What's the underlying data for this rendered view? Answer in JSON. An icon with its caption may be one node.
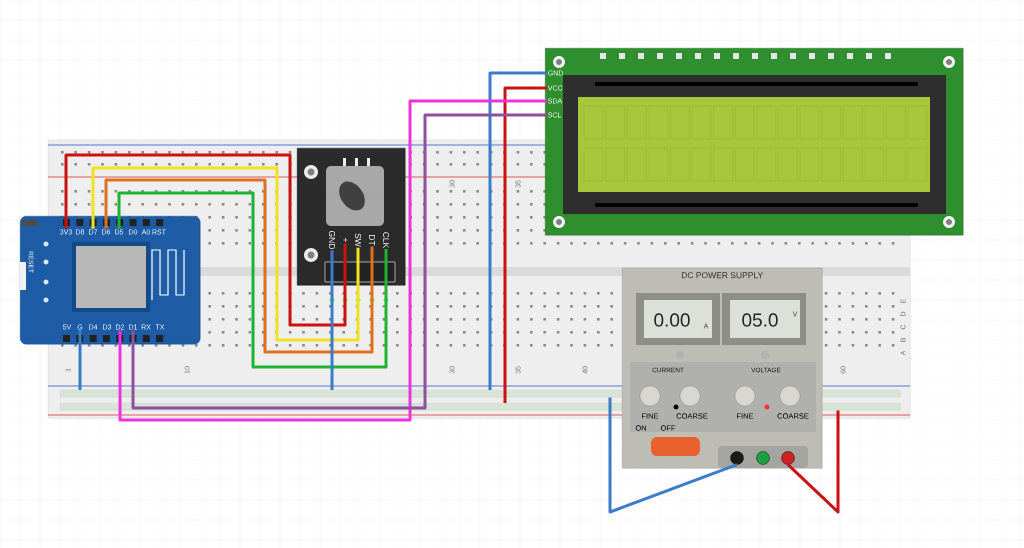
{
  "diagram": {
    "nodes": [
      {
        "text": [],
        "shape": "box"
      },
      {
        "text": [],
        "shape": "box"
      },
      {
        "text": [
          "3V3"
        ],
        "in": 1
      },
      {
        "text": [
          "D8"
        ],
        "in": 1
      },
      {
        "text": [
          "D7"
        ],
        "in": 1
      },
      {
        "text": [
          "D6"
        ],
        "in": 1
      },
      {
        "text": [
          "D5"
        ],
        "in": 1
      },
      {
        "text": [
          "D0"
        ],
        "in": 1
      },
      {
        "text": [
          "A0"
        ],
        "in": 1
      },
      {
        "text": [
          "RST"
        ],
        "in": 1
      },
      {
        "text": [
          "5V"
        ],
        "in": 1
      },
      {
        "text": [
          "G"
        ],
        "in": 1
      },
      {
        "text": [
          "D4"
        ],
        "in": 1
      },
      {
        "text": [
          "D3"
        ],
        "in": 1
      },
      {
        "text": [
          "D2"
        ],
        "in": 1
      },
      {
        "text": [
          "D1"
        ],
        "in": 1
      },
      {
        "text": [
          "RX"
        ],
        "in": 1
      },
      {
        "text": [
          "TX"
        ],
        "in": 1
      },
      {
        "text": [],
        "shape": "box",
        "in": 0
      },
      {
        "text": [
          "GND"
        ],
        "in": 18
      },
      {
        "text": [
          "+"
        ],
        "in": 18
      },
      {
        "text": [
          "SW"
        ],
        "in": 18
      },
      {
        "text": [
          "DT"
        ],
        "in": 18
      },
      {
        "text": [
          "CLK"
        ],
        "in": 18
      },
      {
        "text": [],
        "shape": "box"
      },
      {
        "text": [
          "GND"
        ],
        "in": 24
      },
      {
        "text": [
          "VCC"
        ],
        "in": 24
      },
      {
        "text": [
          "SDA"
        ],
        "in": 24
      },
      {
        "text": [
          "SCL"
        ],
        "in": 24
      },
      {
        "text": [],
        "shape": "bar",
        "in": 0
      },
      {
        "text": [],
        "shape": "bar",
        "in": 0
      },
      {
        "text": [
          "DC POWER SUPPLY"
        ]
      },
      {
        "text": [],
        "shape": "circle",
        "in": 31
      },
      {
        "text": [],
        "shape": "circle",
        "in": 31
      },
      {
        "text": [],
        "shape": "circle",
        "in": 31
      }
    ],
    "edges": [
      {
        "from": 2,
        "to": 20,
        "arrow": "none",
        "color": "#cc1111"
      },
      {
        "from": 4,
        "to": 21,
        "arrow": "none",
        "color": "#f2e21e"
      },
      {
        "from": 5,
        "to": 22,
        "arrow": "none",
        "color": "#e0701e"
      },
      {
        "from": 6,
        "to": 23,
        "arrow": "none",
        "color": "#1eb432"
      },
      {
        "from": 11,
        "to": 29,
        "arrow": "none",
        "color": "#3a7cc8"
      },
      {
        "from": 19,
        "to": 29,
        "arrow": "none",
        "color": "#3a7cc8"
      },
      {
        "from": 25,
        "to": 29,
        "arrow": "none",
        "color": "#3a7cc8"
      },
      {
        "from": 26,
        "to": 30,
        "arrow": "none",
        "color": "#cc1111"
      },
      {
        "from": 14,
        "to": 27,
        "arrow": "none",
        "color": "#ee33dd"
      },
      {
        "from": 15,
        "to": 28,
        "arrow": "none",
        "color": "#9050a0"
      },
      {
        "from": 32,
        "to": 29,
        "arrow": "none",
        "color": "#3a7cc8"
      },
      {
        "from": 34,
        "to": 30,
        "arrow": "none",
        "color": "#cc1111"
      }
    ],
    "labels": [
      "RESET",
      "0.00",
      "A",
      "05.0",
      "V",
      "CURRENT",
      "VOLTAGE",
      "FINE",
      "COARSE",
      "FINE",
      "COARSE",
      "ON",
      "OFF",
      "30",
      "35",
      "1",
      "10",
      "30",
      "35",
      "40",
      "60",
      "A",
      "B",
      "C",
      "D",
      "E"
    ]
  }
}
